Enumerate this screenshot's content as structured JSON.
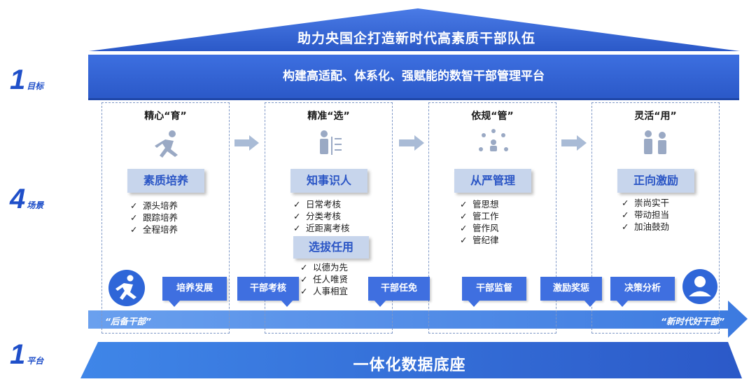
{
  "goal_top": "助力央国企打造新时代高素质干部队伍",
  "goal_banner": "构建高适配、体系化、强赋能的数智干部管理平台",
  "levels": [
    {
      "num": "1",
      "label": "目标"
    },
    {
      "num": "4",
      "label": "场景"
    },
    {
      "num": "1",
      "label": "平台"
    }
  ],
  "scenes": [
    {
      "title": "精心“育”",
      "icon": "running-person-icon",
      "tag": "素质培养",
      "items": [
        "源头培养",
        "跟踪培养",
        "全程培养"
      ]
    },
    {
      "title": "精准“选”",
      "icon": "person-checklist-icon",
      "tag": "知事识人",
      "items": [
        "日常考核",
        "分类考核",
        "近距离考核"
      ],
      "tag2": "选拔任用",
      "items2": [
        "以德为先",
        "任人唯贤",
        "人事相宜"
      ]
    },
    {
      "title": "依规“管”",
      "icon": "team-circle-icon",
      "tag": "从严管理",
      "items": [
        "管思想",
        "管工作",
        "管作风",
        "管纪律"
      ]
    },
    {
      "title": "灵活“用”",
      "icon": "two-people-icon",
      "tag": "正向激励",
      "items": [
        "崇尚实干",
        "带动担当",
        "加油鼓劲"
      ]
    }
  ],
  "callouts": [
    "培养发展",
    "干部考核",
    "干部任免",
    "干部监督",
    "激励奖惩",
    "决策分析"
  ],
  "flow": {
    "start_label": "“后备干部”",
    "end_label": "“新时代好干部”"
  },
  "platform": "一体化数据底座",
  "colors": {
    "primary": "#2b59c8",
    "accent": "#3f6fe0",
    "tag_bg": "#c7d5ec",
    "arrow": "#5b8fe6"
  }
}
